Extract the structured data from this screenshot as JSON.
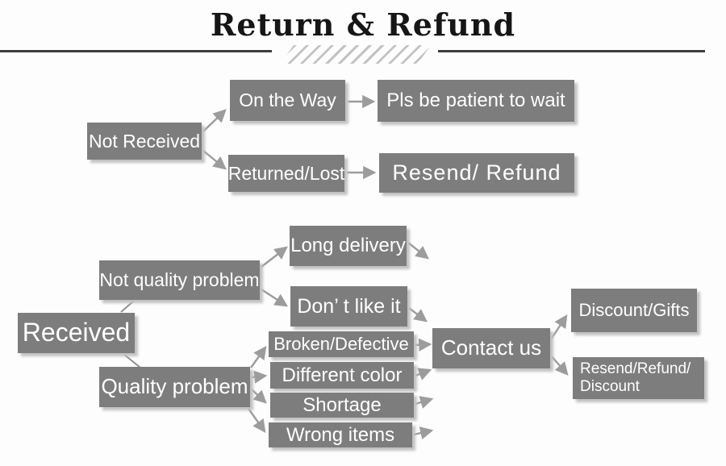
{
  "title": "Return & Refund",
  "colors": {
    "box_gray": "#7d7d7d",
    "box_text": "#ffffff",
    "arrow_gray": "#9c9c9c",
    "rule_dark": "#3e3e3e",
    "hatch_gray": "#c3c3c3",
    "background": "#fdfdfd"
  },
  "nodes": {
    "not_received": "Not Received",
    "on_the_way": "On the Way",
    "returned_lost": "Returned/Lost",
    "pls_wait": "Pls be patient to wait",
    "resend_refund": "Resend/ Refund",
    "received": "Received",
    "not_quality_problem": "Not quality problem",
    "long_delivery": "Long delivery",
    "dont_like_it": "Don’ t like it",
    "quality_problem": "Quality problem",
    "broken_defective": "Broken/Defective",
    "different_color": "Different color",
    "shortage": "Shortage",
    "wrong_items": "Wrong items",
    "contact_us": "Contact us",
    "discount_gifts": "Discount/Gifts",
    "resend_refund_discount_line1": "Resend/Refund/",
    "resend_refund_discount_line2": "Discount"
  },
  "flow": {
    "not_received_branches": [
      "On the Way",
      "Returned/Lost"
    ],
    "on_the_way_outcome": "Pls be patient to wait",
    "returned_lost_outcome": "Resend/ Refund",
    "received_branches": [
      "Not quality problem",
      "Quality problem"
    ],
    "not_quality_children": [
      "Long delivery",
      "Don’ t like it"
    ],
    "quality_children": [
      "Broken/Defective",
      "Different color",
      "Shortage",
      "Wrong items"
    ],
    "contact_outcomes": [
      "Discount/Gifts",
      "Resend/Refund/ Discount"
    ]
  }
}
